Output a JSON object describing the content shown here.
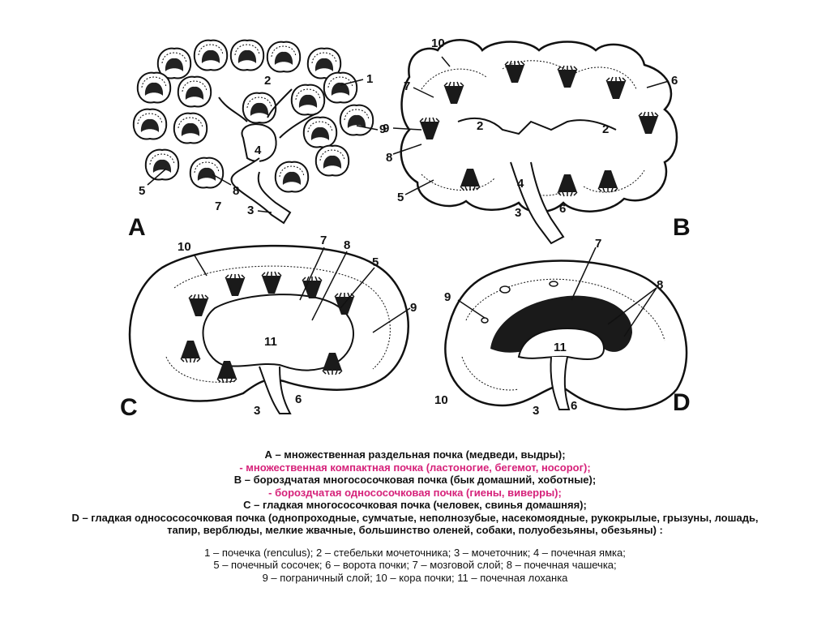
{
  "figure": {
    "panel_letters": [
      "A",
      "B",
      "C",
      "D"
    ],
    "numbers": [
      "1",
      "2",
      "3",
      "4",
      "5",
      "6",
      "7",
      "8",
      "9",
      "10",
      "11"
    ]
  },
  "caption": {
    "line_a": "А – множественная раздельная почка (медведи, выдры);",
    "line_a2": "- множественная компактная почка (ластоногие, бегемот, носорог);",
    "line_b": "B – бороздчатая многососочковая почка (бык домашний, хоботные);",
    "line_b2": "- бороздчатая однососочковая почка (гиены, виверры);",
    "line_c": "С – гладкая многососочковая почка (человек, свинья домашняя);",
    "line_d1": "D – гладкая односососочковая почка (однопроходные, сумчатые, неполнозубые, насекомоядные, рукокрылые, грызуны, лошадь,",
    "line_d2": "тапир, верблюды, мелкие жвачные, большинство оленей, собаки, полуобезьяны, обезьяны) :",
    "legend1": "1 – почечка (renculus); 2 – стебельки мочеточника; 3 – мочеточник; 4 – почечная ямка;",
    "legend2": "5 – почечный сосочек; 6 – ворота почки; 7 – мозговой слой; 8 – почечная чашечка;",
    "legend3": "9 – пограничный слой; 10 – кора почки; 11 – почечная лоханка"
  },
  "colors": {
    "highlight": "#d6227a",
    "ink": "#111111"
  }
}
